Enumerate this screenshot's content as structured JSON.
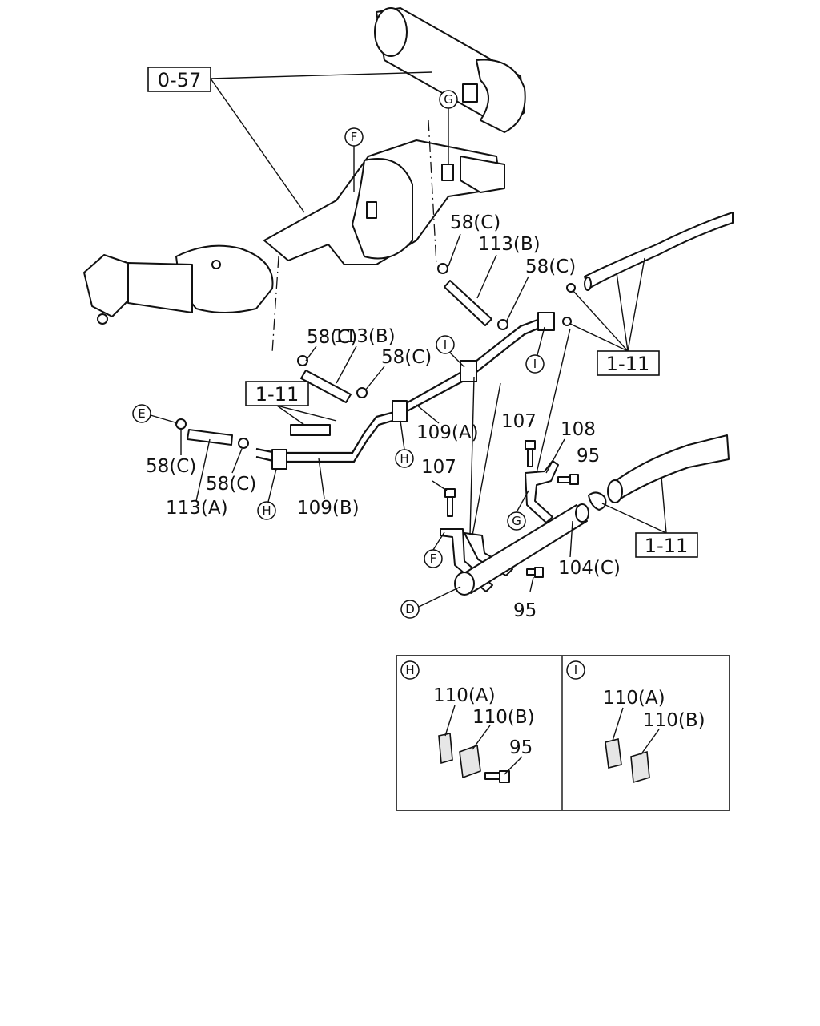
{
  "references": {
    "ref_057": "0-57",
    "ref_111_top": "1-11",
    "ref_111_mid": "1-11",
    "ref_111_bottom": "1-11"
  },
  "callouts": {
    "c_58c_1": "58(C)",
    "c_113b_1": "113(B)",
    "c_58c_2": "58(C)",
    "c_58c_3": "58(C)",
    "c_113b_2": "113(B)",
    "c_58c_4": "58(C)",
    "c_58c_5": "58(C)",
    "c_58c_6": "58(C)",
    "c_113a": "113(A)",
    "c_109b": "109(B)",
    "c_109a": "109(A)",
    "c_107_1": "107",
    "c_108": "108",
    "c_95_1": "95",
    "c_107_2": "107",
    "c_104c": "104(C)",
    "c_95_2": "95"
  },
  "markers": {
    "m_g_top": "G",
    "m_f_top": "F",
    "m_i_1": "I",
    "m_i_2": "I",
    "m_e": "E",
    "m_h_1": "H",
    "m_h_2": "H",
    "m_g_bottom": "G",
    "m_f_bottom": "F",
    "m_d": "D"
  },
  "detail_h": {
    "marker": "H",
    "label_110a": "110(A)",
    "label_110b": "110(B)",
    "label_95": "95"
  },
  "detail_i": {
    "marker": "I",
    "label_110a": "110(A)",
    "label_110b": "110(B)"
  }
}
